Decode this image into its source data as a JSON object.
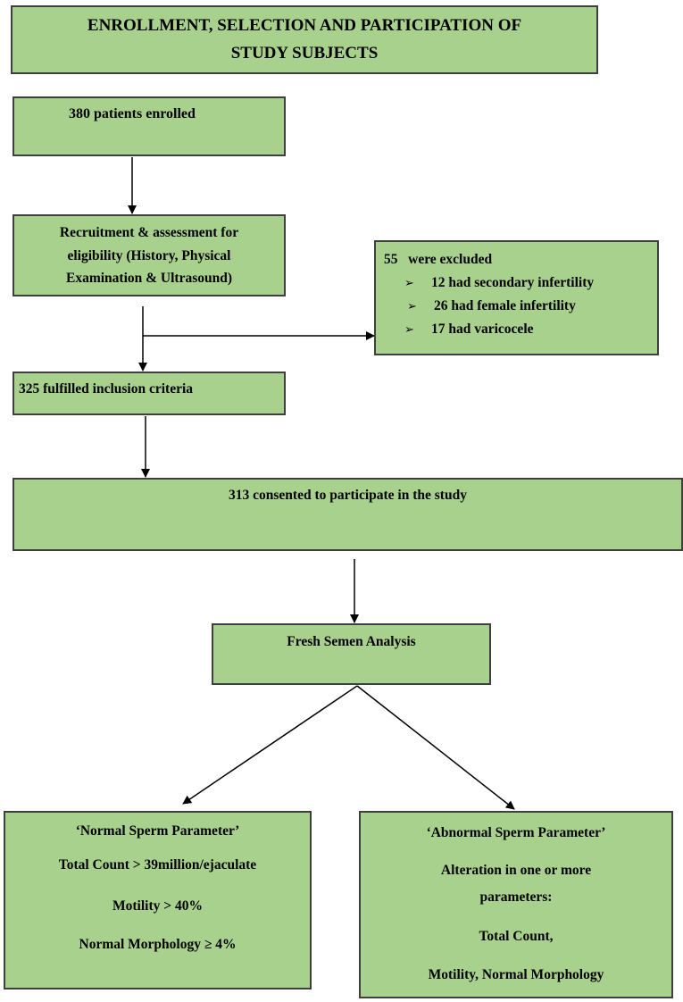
{
  "title": {
    "line1": "ENROLLMENT, SELECTION AND PARTICIPATION OF",
    "line2": "STUDY SUBJECTS"
  },
  "enrolled": {
    "text": "380 patients enrolled"
  },
  "recruitment": {
    "line1": "Recruitment & assessment for",
    "line2": "eligibility (History, Physical",
    "line3": "Examination & Ultrasound)"
  },
  "excluded": {
    "heading": "55   were excluded",
    "items": [
      "12 had secondary infertility",
      "26 had female infertility",
      "17 had varicocele"
    ],
    "bullet": "➢"
  },
  "inclusion": {
    "text": "325 fulfilled inclusion criteria"
  },
  "consented": {
    "text": "313 consented to participate in the study"
  },
  "semen": {
    "text": "Fresh Semen Analysis"
  },
  "normal": {
    "heading": "‘Normal Sperm Parameter’",
    "lines": [
      "Total Count > 39million/ejaculate",
      "Motility > 40%",
      "Normal Morphology ≥ 4%"
    ]
  },
  "abnormal": {
    "heading": "‘Abnormal Sperm Parameter’",
    "lines": [
      "Alteration in one or more",
      "parameters:",
      "Total Count,",
      "Motility, Normal Morphology"
    ]
  },
  "colors": {
    "box_fill": "#a9d18e",
    "box_border": "#3f3f3f",
    "arrow": "#000000"
  }
}
